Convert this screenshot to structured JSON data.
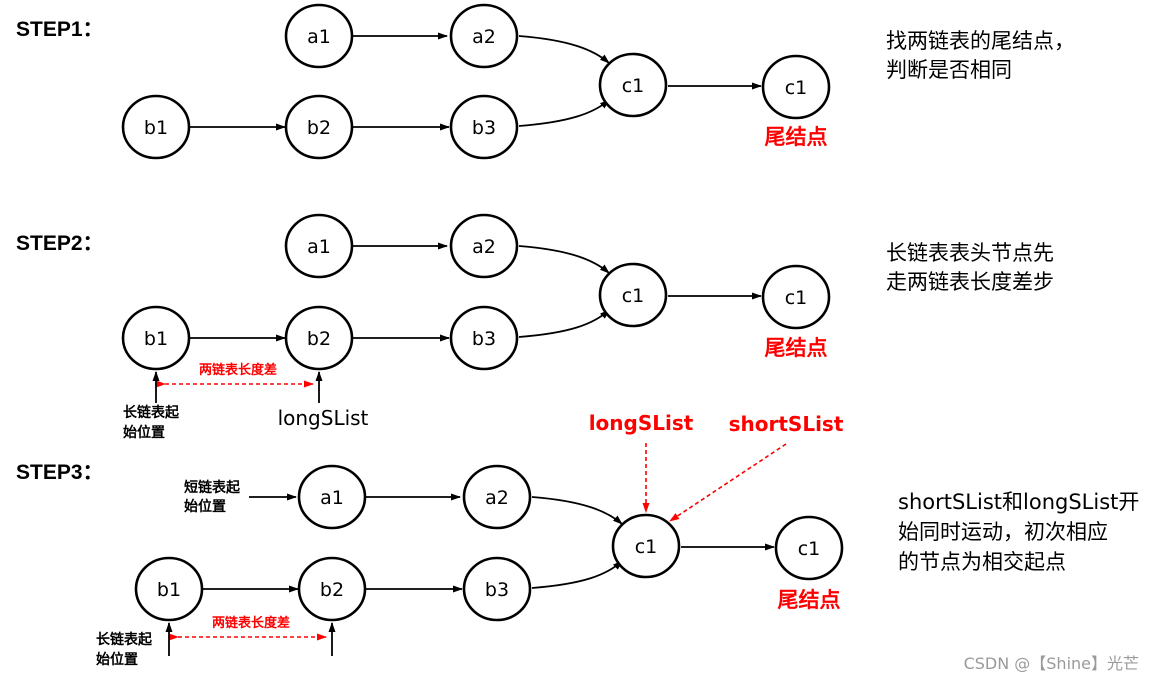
{
  "steps": [
    {
      "label": "STEP1：",
      "description": [
        "找两链表的尾结点，",
        "判断是否相同"
      ],
      "tail_label": "尾结点"
    },
    {
      "label": "STEP2：",
      "description": [
        "长链表表头节点先",
        "走两链表长度差步"
      ],
      "tail_label": "尾结点",
      "diff_label": "两链表长度差",
      "long_start_label": [
        "长链表起",
        "始位置"
      ],
      "long_pointer": "longSList"
    },
    {
      "label": "STEP3：",
      "description": [
        "shortSList和longSList开",
        "始同时运动，初次相应",
        "的节点为相交起点"
      ],
      "tail_label": "尾结点",
      "diff_label": "两链表长度差",
      "short_start_label": [
        "短链表起",
        "始位置"
      ],
      "long_start_label": [
        "长链表起",
        "始位置"
      ],
      "long_pointer": "longSList",
      "short_pointer": "shortSList"
    }
  ],
  "nodes": {
    "a1": "a1",
    "a2": "a2",
    "b1": "b1",
    "b2": "b2",
    "b3": "b3",
    "c1": "c1",
    "c_tail": "c1"
  },
  "watermark": "CSDN @【Shine】光芒",
  "colors": {
    "highlight": "#ff0000",
    "stroke": "#000000",
    "watermark": "#9a9a9a"
  }
}
